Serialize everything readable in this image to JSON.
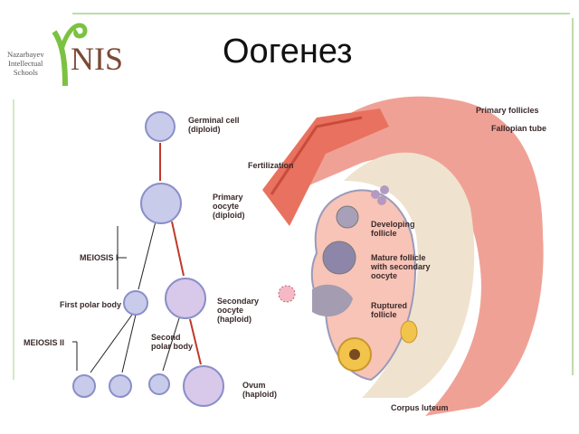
{
  "slide": {
    "title": "Оогенез"
  },
  "logo": {
    "text": "Nazarbayev\nIntellectual\nSchools",
    "mark": "NIS"
  },
  "diagram": {
    "left_labels": {
      "germinal_cell": "Germinal cell\n(diploid)",
      "primary_oocyte": "Primary\noocyte\n(diploid)",
      "meiosis_1": "MEIOSIS I",
      "first_polar_body": "First polar body",
      "secondary_oocyte": "Secondary\noocyte\n(haploid)",
      "meiosis_2": "MEIOSIS II",
      "second_polar_body": "Second\npolar body",
      "ovum": "Ovum\n(haploid)"
    },
    "right_labels": {
      "fertilization": "Fertilization",
      "primary_follicles": "Primary follicles",
      "fallopian_tube": "Fallopian tube",
      "developing_follicle": "Developing\nfollicle",
      "mature_follicle": "Mature follicle\nwith secondary\noocyte",
      "ruptured_follicle": "Ruptured\nfollicle",
      "corpus_luteum": "Corpus luteum"
    }
  },
  "colors": {
    "frame": "#a8d08d",
    "logo_green": "#7cc242",
    "logo_brown": "#7a4a35",
    "arrow_red": "#c0392b",
    "tissue_pink": "#f3a9a0"
  }
}
